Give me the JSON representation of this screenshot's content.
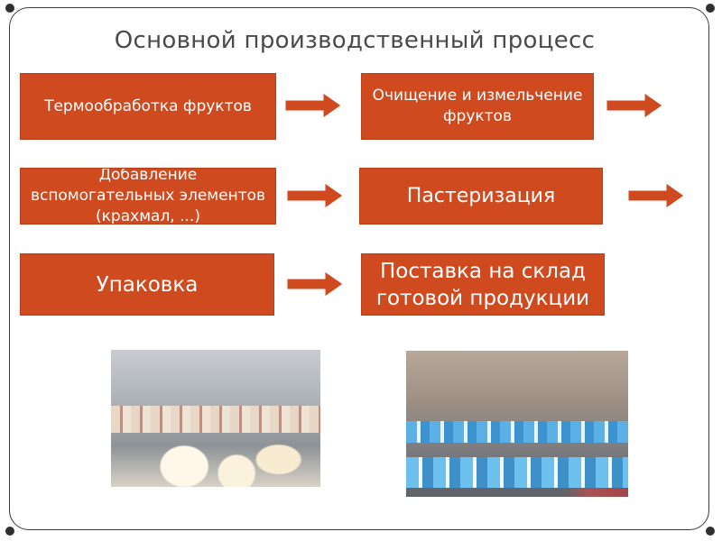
{
  "title": "Основной производственный процесс",
  "steps": [
    {
      "label": "Термообработка фруктов"
    },
    {
      "label": "Очищение и измельчение фруктов"
    },
    {
      "label": "Добавление вспомогательных элементов (крахмал, ...)"
    },
    {
      "label": "Пастеризация"
    },
    {
      "label": "Упаковка"
    },
    {
      "label": "Поставка на склад готовой продукции"
    }
  ],
  "colors": {
    "step_fill": "#cf4a1e",
    "title_text": "#4a4a4a",
    "frame": "#3a3a3a"
  },
  "icons": [
    "right-arrow-icon"
  ],
  "images": [
    "production-line-photo",
    "bottling-line-photo"
  ]
}
